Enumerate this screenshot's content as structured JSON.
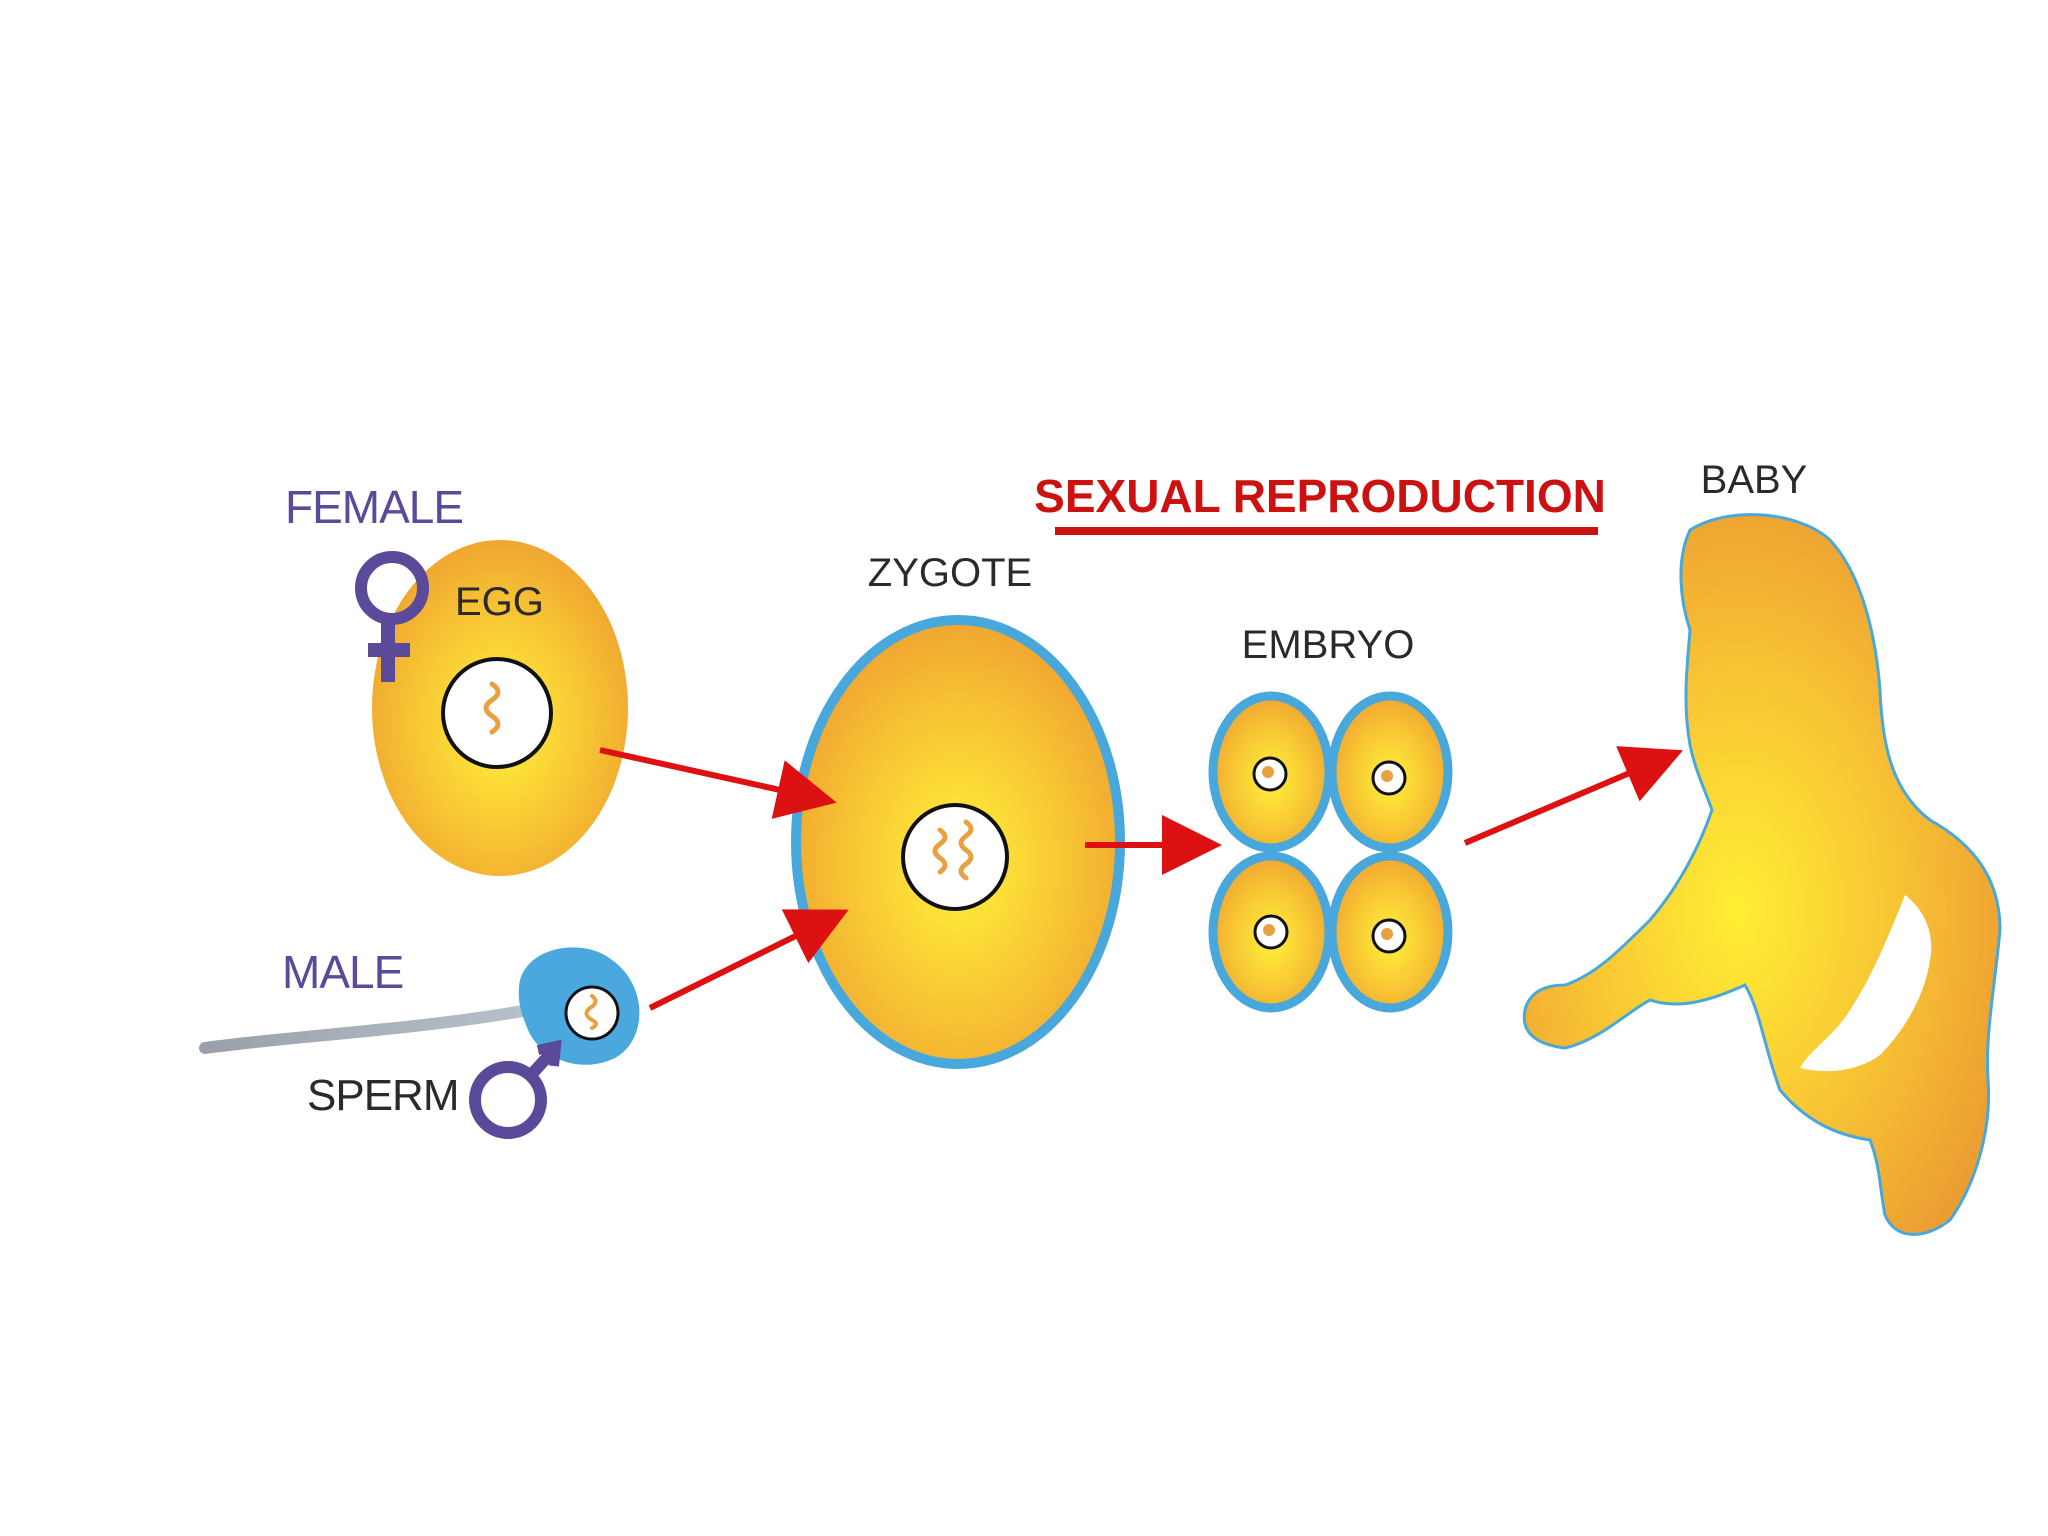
{
  "title": "SEXUAL REPRODUCTION",
  "labels": {
    "female": "FEMALE",
    "egg": "EGG",
    "male": "MALE",
    "sperm": "SPERM",
    "zygote": "ZYGOTE",
    "embryo": "EMBRYO",
    "baby": "BABY"
  },
  "colors": {
    "title": "#cc1111",
    "arrow": "#dd1111",
    "sex_symbol": "#5b4a9a",
    "label": "#2a2a2a",
    "sex_label": "#5b4a9a",
    "cell_fill_center": "#fff23a",
    "cell_fill_edge": "#f0a030",
    "membrane": "#48a8dc",
    "sperm_tail": "#9aa0aa"
  },
  "icons": [
    "female-symbol-icon",
    "male-symbol-icon",
    "chromosome-icon",
    "arrow-icon"
  ]
}
